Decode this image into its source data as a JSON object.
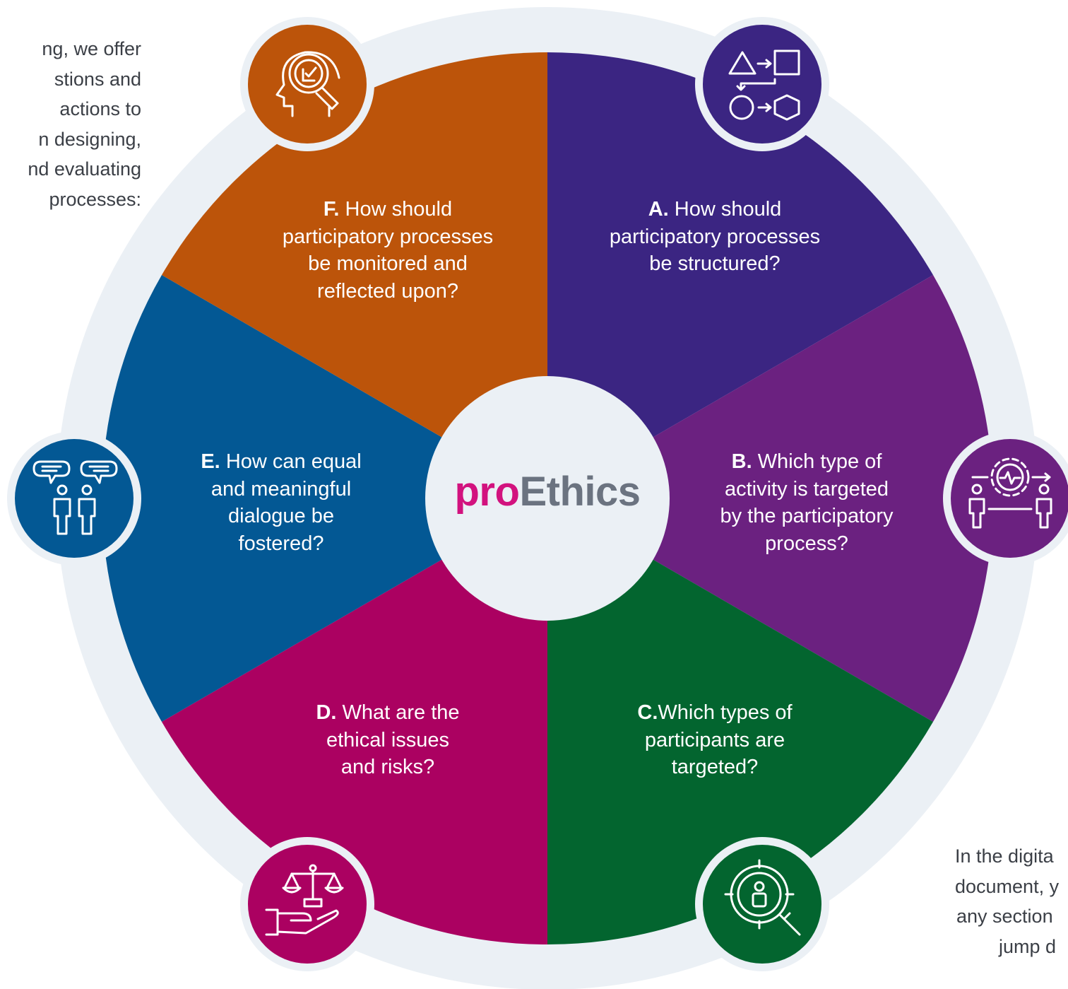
{
  "intro": {
    "lines": [
      "ng, we offer",
      "stions and",
      "actions to",
      "n designing,",
      "nd evaluating",
      "processes:"
    ]
  },
  "note": {
    "lines": [
      "In the digita",
      "document, y",
      "any section",
      "jump d"
    ]
  },
  "logo": {
    "part1": "pro",
    "part2": "Ethics",
    "color1": "#d2127e",
    "color2": "#6b7380"
  },
  "colors": {
    "ring": "#ebf0f5",
    "hub": "#ebf0f5"
  },
  "segments": [
    {
      "id": "A",
      "letter": "A.",
      "lines": [
        "How should",
        "participatory processes",
        "be structured?"
      ],
      "color": "#3b2582",
      "icon": "shapes-flow-icon"
    },
    {
      "id": "B",
      "letter": "B.",
      "lines": [
        "Which type of",
        "activity is targeted",
        "by the participatory",
        "process?"
      ],
      "color": "#6b2180",
      "icon": "people-gear-activity-icon"
    },
    {
      "id": "C",
      "letter": "C.",
      "lines": [
        "Which types of",
        "participants are",
        "targeted?"
      ],
      "color": "#03652f",
      "icon": "target-person-search-icon"
    },
    {
      "id": "D",
      "letter": "D.",
      "lines": [
        "What are the",
        "ethical issues",
        "and risks?"
      ],
      "color": "#ab0161",
      "icon": "scales-hand-icon"
    },
    {
      "id": "E",
      "letter": "E.",
      "lines": [
        "How can equal",
        "and meaningful",
        "dialogue be",
        "fostered?"
      ],
      "color": "#035894",
      "icon": "people-dialogue-icon"
    },
    {
      "id": "F",
      "letter": "F.",
      "lines": [
        "How should",
        "participatory processes",
        "be monitored and",
        "reflected upon?"
      ],
      "color": "#bc540a",
      "icon": "head-magnifier-check-icon"
    }
  ]
}
